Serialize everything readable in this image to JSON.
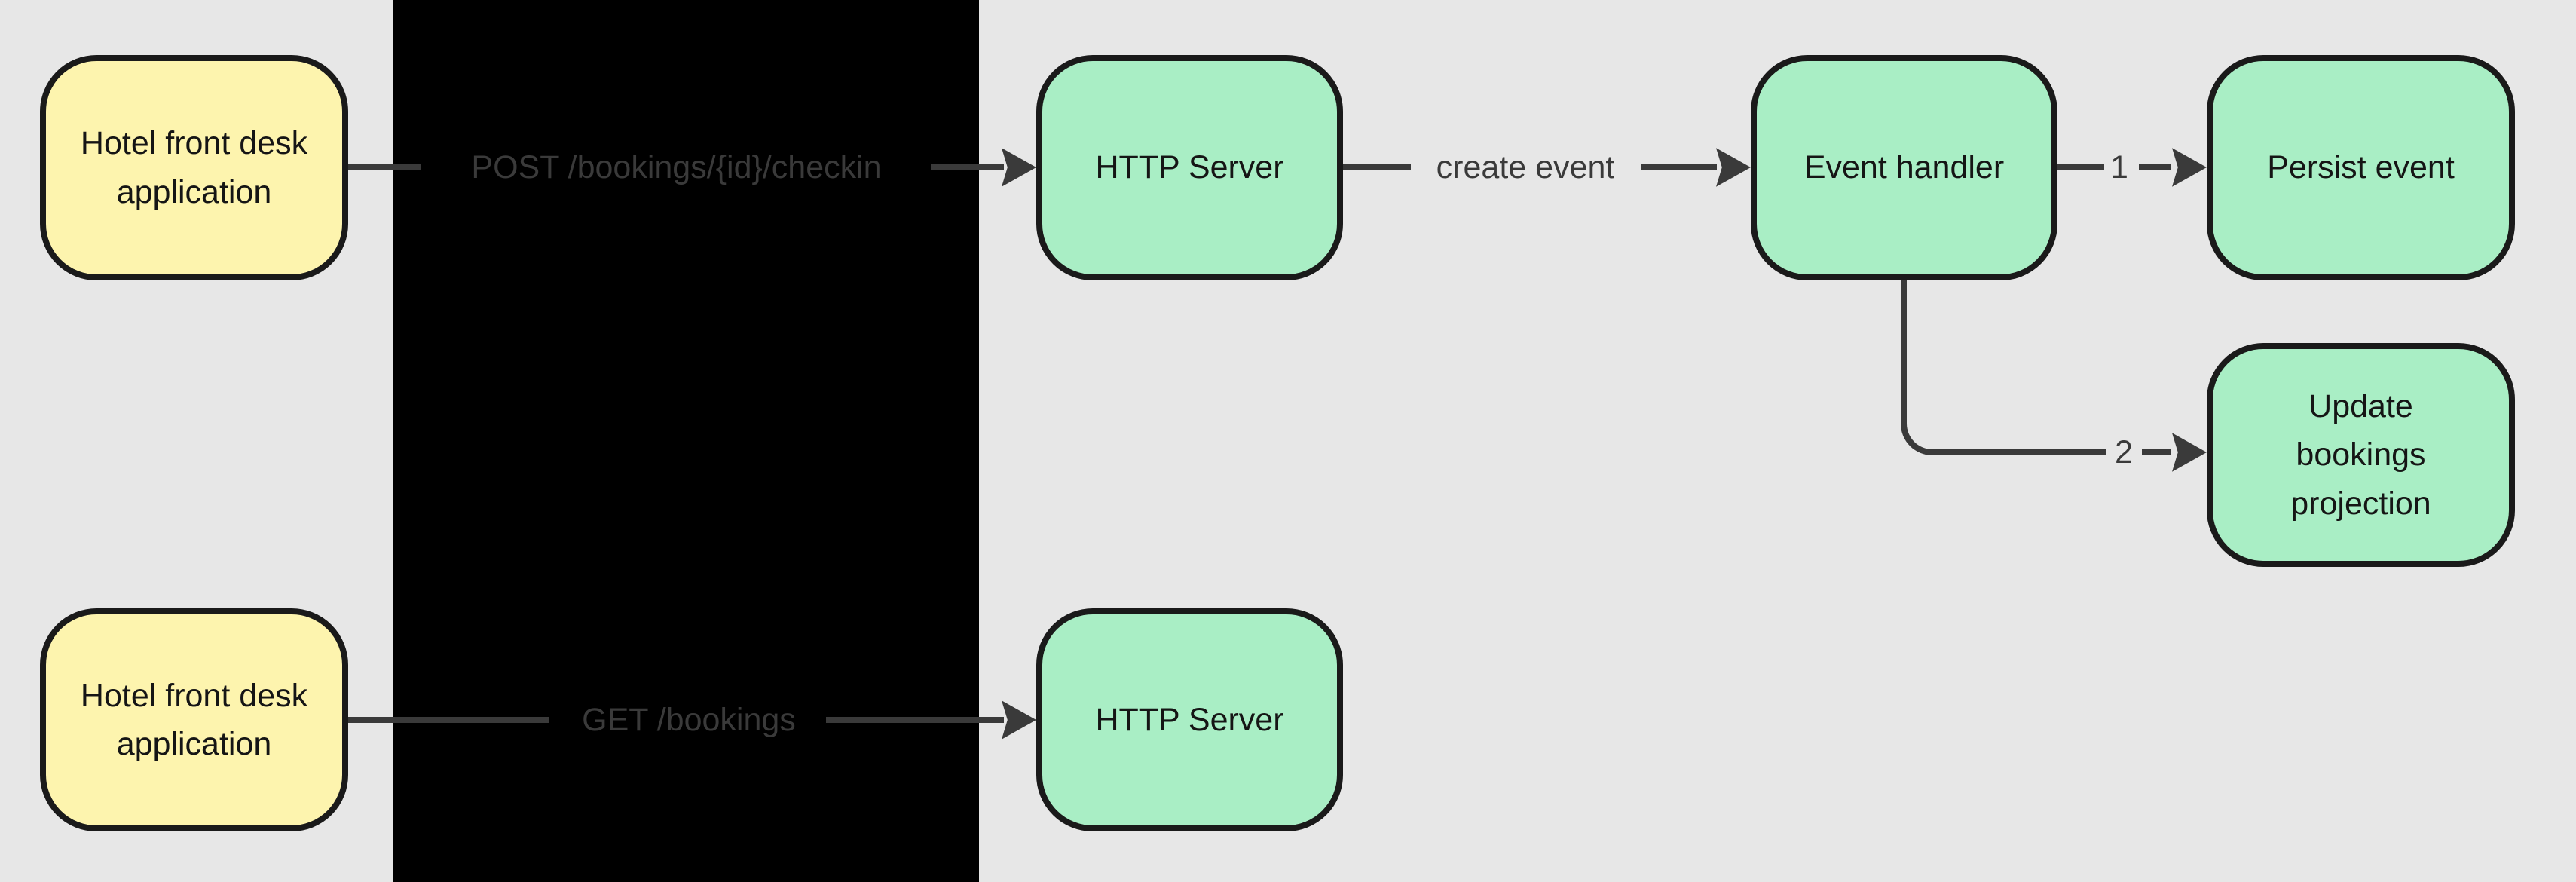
{
  "diagram": {
    "type": "flowchart",
    "direction": "left-to-right",
    "background_color": "#e7e7e7",
    "redaction_overlay_color": "#000000",
    "edge_color": "#3a3a3a",
    "node_border_color": "#1a1a1a",
    "client_fill_color": "#fdf4ae",
    "service_fill_color": "#a9eec5",
    "nodes": [
      {
        "id": "hotel-front-desk-1",
        "label": "Hotel front desk\napplication",
        "fill": "#fdf4ae"
      },
      {
        "id": "http-server-1",
        "label": "HTTP Server",
        "fill": "#a9eec5"
      },
      {
        "id": "event-handler",
        "label": "Event handler",
        "fill": "#a9eec5"
      },
      {
        "id": "persist-event",
        "label": "Persist event",
        "fill": "#a9eec5"
      },
      {
        "id": "update-bookings-projection",
        "label": "Update\nbookings\nprojection",
        "fill": "#a9eec5"
      },
      {
        "id": "hotel-front-desk-2",
        "label": "Hotel front desk\napplication",
        "fill": "#fdf4ae"
      },
      {
        "id": "http-server-2",
        "label": "HTTP Server",
        "fill": "#a9eec5"
      }
    ],
    "edges": [
      {
        "from": "hotel-front-desk-1",
        "to": "http-server-1",
        "label": "POST /bookings/{id}/checkin"
      },
      {
        "from": "http-server-1",
        "to": "event-handler",
        "label": "create event"
      },
      {
        "from": "event-handler",
        "to": "persist-event",
        "label": "1"
      },
      {
        "from": "event-handler",
        "to": "update-bookings-projection",
        "label": "2"
      },
      {
        "from": "hotel-front-desk-2",
        "to": "http-server-2",
        "label": "GET /bookings"
      }
    ]
  }
}
